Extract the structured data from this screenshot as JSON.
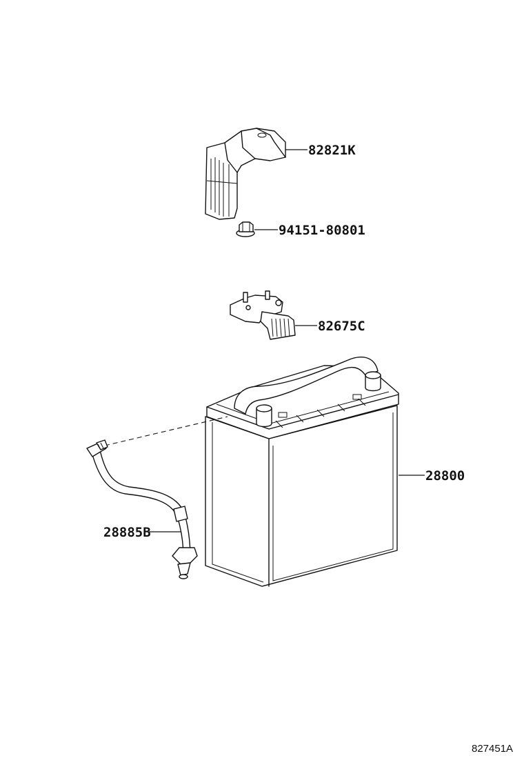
{
  "parts": {
    "terminal_cover": {
      "number": "82821K",
      "icon": "terminal-cover-icon"
    },
    "nut": {
      "number": "94151-80801",
      "icon": "hex-flange-nut-icon"
    },
    "fusible_link_block": {
      "number": "82675C",
      "icon": "fusible-link-block-icon"
    },
    "battery": {
      "number": "28800",
      "icon": "battery-icon"
    },
    "battery_vent_plug": {
      "number": "28885B",
      "icon": "vent-hose-icon"
    }
  },
  "figure_id": "827451A"
}
